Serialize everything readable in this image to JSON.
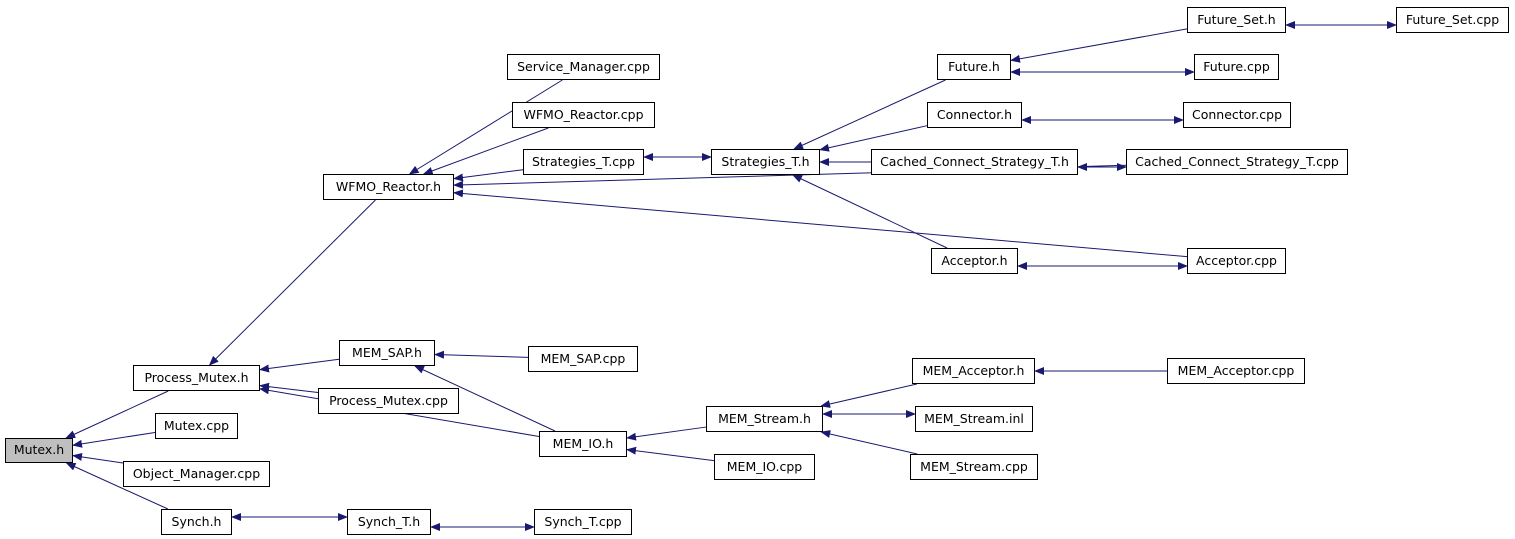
{
  "colors": {
    "edge": "#191970",
    "node_border": "#000000",
    "root_fill": "#bfbfbf",
    "node_fill": "#ffffff"
  },
  "nodes": {
    "mutex_h": "Mutex.h",
    "process_mutex_h": "Process_Mutex.h",
    "mutex_cpp": "Mutex.cpp",
    "object_manager_cpp": "Object_Manager.cpp",
    "synch_h": "Synch.h",
    "synch_t_h": "Synch_T.h",
    "synch_t_cpp": "Synch_T.cpp",
    "wfmo_reactor_h": "WFMO_Reactor.h",
    "service_manager_cpp": "Service_Manager.cpp",
    "wfmo_reactor_cpp": "WFMO_Reactor.cpp",
    "strategies_t_cpp": "Strategies_T.cpp",
    "strategies_t_h": "Strategies_T.h",
    "future_h": "Future.h",
    "future_set_h": "Future_Set.h",
    "future_set_cpp": "Future_Set.cpp",
    "future_cpp": "Future.cpp",
    "connector_h": "Connector.h",
    "connector_cpp": "Connector.cpp",
    "cached_connect_strategy_t_h": "Cached_Connect_Strategy_T.h",
    "cached_connect_strategy_t_cpp": "Cached_Connect_Strategy_T.cpp",
    "acceptor_h": "Acceptor.h",
    "acceptor_cpp": "Acceptor.cpp",
    "mem_sap_h": "MEM_SAP.h",
    "mem_sap_cpp": "MEM_SAP.cpp",
    "process_mutex_cpp": "Process_Mutex.cpp",
    "mem_io_h": "MEM_IO.h",
    "mem_io_cpp": "MEM_IO.cpp",
    "mem_stream_h": "MEM_Stream.h",
    "mem_acceptor_h": "MEM_Acceptor.h",
    "mem_acceptor_cpp": "MEM_Acceptor.cpp",
    "mem_stream_inl": "MEM_Stream.inl",
    "mem_stream_cpp": "MEM_Stream.cpp"
  },
  "edges": [
    [
      "process_mutex_h",
      "mutex_h"
    ],
    [
      "mutex_cpp",
      "mutex_h"
    ],
    [
      "object_manager_cpp",
      "mutex_h"
    ],
    [
      "synch_h",
      "mutex_h"
    ],
    [
      "synch_h",
      "synch_t_h"
    ],
    [
      "synch_t_h",
      "synch_h"
    ],
    [
      "synch_t_h",
      "synch_t_cpp"
    ],
    [
      "synch_t_cpp",
      "synch_t_h"
    ],
    [
      "wfmo_reactor_h",
      "process_mutex_h"
    ],
    [
      "mem_sap_h",
      "process_mutex_h"
    ],
    [
      "process_mutex_cpp",
      "process_mutex_h"
    ],
    [
      "mem_io_h",
      "process_mutex_h"
    ],
    [
      "mem_sap_cpp",
      "mem_sap_h"
    ],
    [
      "mem_io_h",
      "mem_sap_h"
    ],
    [
      "mem_stream_h",
      "mem_io_h"
    ],
    [
      "mem_io_cpp",
      "mem_io_h"
    ],
    [
      "mem_acceptor_h",
      "mem_stream_h"
    ],
    [
      "mem_stream_h",
      "mem_stream_inl"
    ],
    [
      "mem_stream_inl",
      "mem_stream_h"
    ],
    [
      "mem_stream_cpp",
      "mem_stream_h"
    ],
    [
      "mem_acceptor_cpp",
      "mem_acceptor_h"
    ],
    [
      "service_manager_cpp",
      "wfmo_reactor_h"
    ],
    [
      "wfmo_reactor_cpp",
      "wfmo_reactor_h"
    ],
    [
      "strategies_t_cpp",
      "wfmo_reactor_h"
    ],
    [
      "cached_connect_strategy_t_cpp",
      "wfmo_reactor_h"
    ],
    [
      "acceptor_cpp",
      "wfmo_reactor_h"
    ],
    [
      "strategies_t_cpp",
      "strategies_t_h"
    ],
    [
      "strategies_t_h",
      "strategies_t_cpp"
    ],
    [
      "future_h",
      "strategies_t_h"
    ],
    [
      "connector_h",
      "strategies_t_h"
    ],
    [
      "cached_connect_strategy_t_h",
      "strategies_t_h"
    ],
    [
      "acceptor_h",
      "strategies_t_h"
    ],
    [
      "future_set_h",
      "future_h"
    ],
    [
      "future_h",
      "future_cpp"
    ],
    [
      "future_cpp",
      "future_h"
    ],
    [
      "future_set_h",
      "future_set_cpp"
    ],
    [
      "future_set_cpp",
      "future_set_h"
    ],
    [
      "connector_h",
      "connector_cpp"
    ],
    [
      "connector_cpp",
      "connector_h"
    ],
    [
      "cached_connect_strategy_t_h",
      "cached_connect_strategy_t_cpp"
    ],
    [
      "cached_connect_strategy_t_cpp",
      "cached_connect_strategy_t_h"
    ],
    [
      "acceptor_h",
      "acceptor_cpp"
    ],
    [
      "acceptor_cpp",
      "acceptor_h"
    ]
  ]
}
